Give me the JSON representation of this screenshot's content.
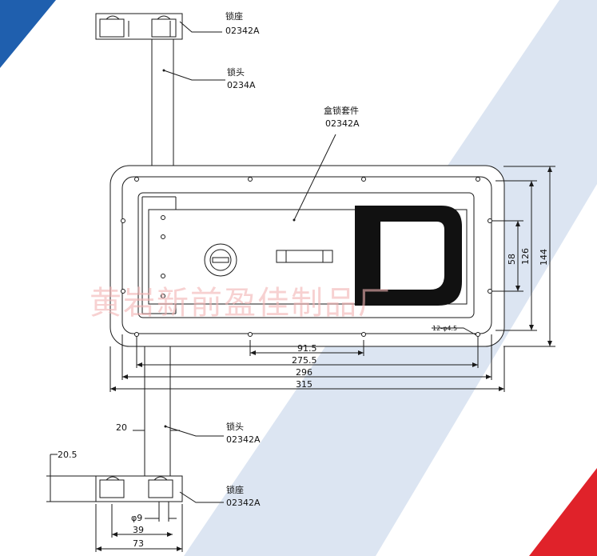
{
  "labels": {
    "seat_top": {
      "name": "锁座",
      "code": "02342A"
    },
    "head_top": {
      "name": "锁头",
      "code": "0234A"
    },
    "box_kit": {
      "name": "盒锁套件",
      "code": "02342A"
    },
    "head_bottom": {
      "name": "锁头",
      "code": "02342A"
    },
    "seat_bottom": {
      "name": "锁座",
      "code": "02342A"
    }
  },
  "dimensions": {
    "d58": "58",
    "d126": "126",
    "d144": "144",
    "holes": "12-φ4.5",
    "d91_5": "91.5",
    "d275_5": "275.5",
    "d296": "296",
    "d315": "315",
    "d20": "20",
    "d20_5": "20.5",
    "d9": "φ9",
    "d39": "39",
    "d73": "73"
  },
  "watermark": "黄岩新前盈佳制品厂",
  "colors": {
    "corner_blue": "#1f5fae",
    "corner_red": "#e0222a",
    "band": "#dce5f2",
    "line": "#1a1a1a"
  }
}
